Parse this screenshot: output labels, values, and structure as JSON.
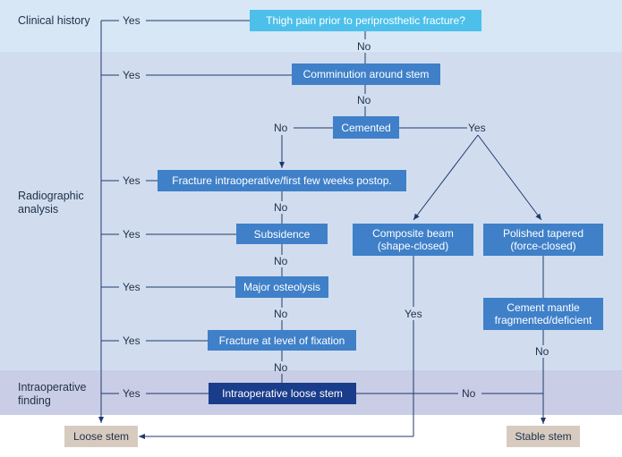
{
  "sections": {
    "clinical": "Clinical history",
    "radiographic": "Radiographic\nanalysis",
    "intraoperative": "Intraoperative\nfinding"
  },
  "nodes": {
    "thigh_pain": "Thigh pain prior to periprosthetic fracture?",
    "comminution": "Comminution around stem",
    "cemented": "Cemented",
    "fracture_intraop": "Fracture intraoperative/first few weeks postop.",
    "subsidence": "Subsidence",
    "osteolysis": "Major osteolysis",
    "fixation": "Fracture at level of fixation",
    "loose_stem_intraop": "Intraoperative loose stem",
    "composite_beam": "Composite beam\n(shape-closed)",
    "polished_tapered": "Polished tapered\n(force-closed)",
    "cement_mantle": "Cement mantle\nfragmented/deficient",
    "loose_stem": "Loose stem",
    "stable_stem": "Stable stem"
  },
  "labels": {
    "yes": "Yes",
    "no": "No"
  },
  "colors": {
    "band_clinical": "#d8e7f5",
    "band_radiographic": "#d1ddef",
    "band_intraoperative": "#cacde6",
    "box_question": "#4cc0ea",
    "box_step": "#3f80c9",
    "box_intraoperative": "#1a3d8b",
    "box_outcome": "#d7cbc0",
    "line": "#1f3a6b"
  }
}
